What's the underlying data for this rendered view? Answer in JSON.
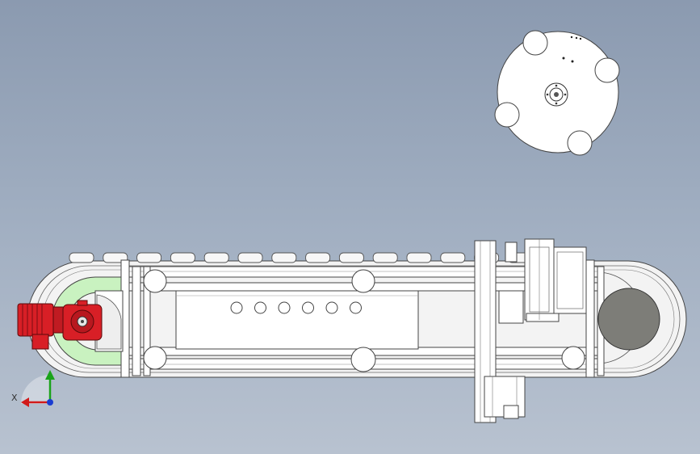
{
  "viewport": {
    "background_top": "#8b9ab0",
    "background_bottom": "#b8c2d0",
    "view": "top"
  },
  "triad": {
    "x_label": "X",
    "x_color": "#d11a1a",
    "y_color": "#1aa31a",
    "z_color": "#1a3cd1"
  },
  "model": {
    "motor_color": "#d81f26",
    "guide_color": "#c9f2c0",
    "frame_color": "#ffffff",
    "outline_color": "#444444",
    "drum_color": "#7d7d78",
    "holes_count": 6,
    "pallets_count": 15
  }
}
